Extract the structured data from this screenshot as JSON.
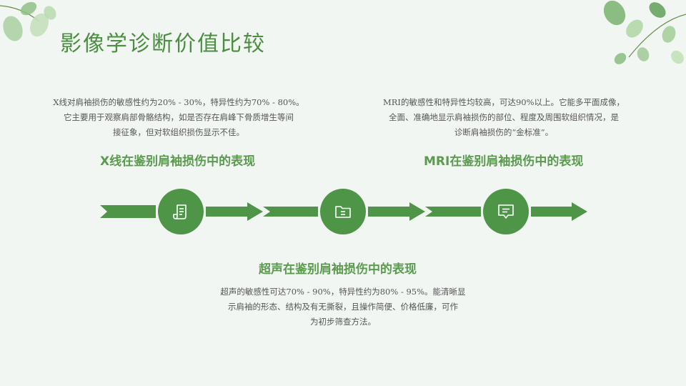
{
  "title": "影像学诊断价值比较",
  "colors": {
    "accent": "#4f9548",
    "heading": "#5a9b4e",
    "text": "#555555",
    "background": "#f2f6f3"
  },
  "sections": {
    "xray": {
      "heading": "X线在鉴别肩袖损伤中的表现",
      "lines": [
        "X线对肩袖损伤的敏感性约为20% - 30%，特异性约为70% - 80%。",
        "它主要用于观察肩部骨骼结构，如是否存在肩峰下骨质增生等间",
        "接征象，但对软组织损伤显示不佳。"
      ],
      "icon": "document-icon"
    },
    "ultrasound": {
      "heading": "超声在鉴别肩袖损伤中的表现",
      "lines": [
        "超声的敏感性可达70% - 90%，特异性约为80% - 95%。能清晰显",
        "示肩袖的形态、结构及有无撕裂，且操作简便、价格低廉，可作",
        "为初步筛查方法。"
      ],
      "icon": "folder-icon"
    },
    "mri": {
      "heading": "MRI在鉴别肩袖损伤中的表现",
      "lines": [
        "MRI的敏感性和特异性均较高，可达90%以上。它能多平面成像，",
        "全面、准确地显示肩袖损伤的部位、程度及周围软组织情况，是",
        "诊断肩袖损伤的“金标准”。"
      ],
      "icon": "message-icon"
    }
  }
}
